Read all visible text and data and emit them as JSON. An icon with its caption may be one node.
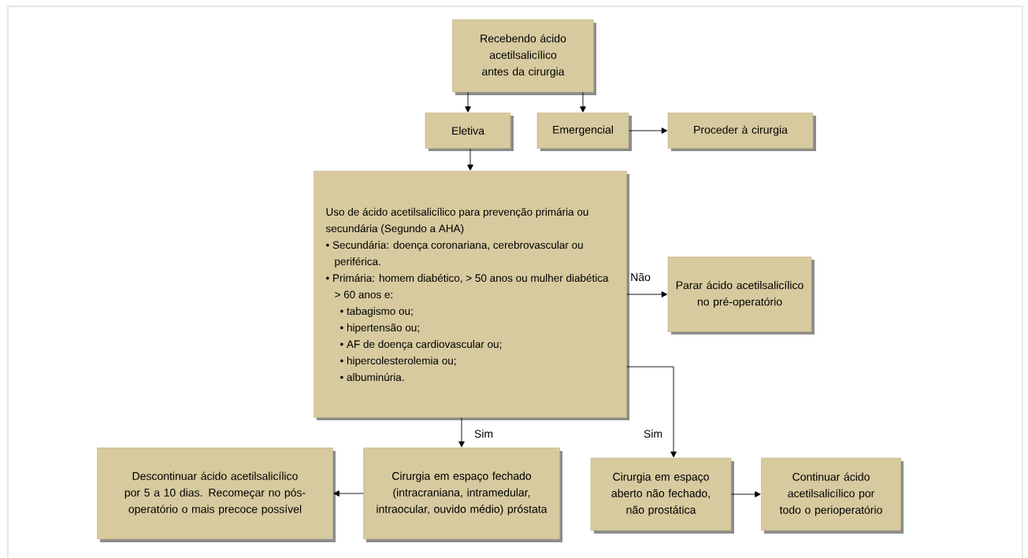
{
  "diagram": {
    "nodes": [
      {
        "text": [
          "Recebendo ácido acetilsalicílico antes da cirurgia"
        ]
      },
      {
        "text": [
          "Eletiva"
        ]
      },
      {
        "text": [
          "Emergencial"
        ]
      },
      {
        "text": [
          "Proceder à cirurgia"
        ]
      },
      {
        "text": [
          "Uso de ácido acetilsalicílico para prevenção primária ou secundária (Segundo a AHA)",
          "• Secundária: doença coronariana, cerebrovascular ou periférica.",
          "• Primária: homem diabético, > 50 anos ou mulher diabética > 60 anos e:",
          "• tabagismo ou;",
          "• hipertensão ou;",
          "• AF de doença cardiovascular ou;",
          "• hipercolesterolemia ou;",
          "• albuminúria."
        ]
      },
      {
        "text": [
          "Parar ácido acetilsalicílico no pré-operatório"
        ]
      },
      {
        "text": [
          "Descontinuar ácido acetilsalicílico por 5 a 10 dias. Recomeçar no pós-operatório o mais precoce possível"
        ]
      },
      {
        "text": [
          "Cirurgia em espaço fechado (intracraniana, intramedular, intraocular, ouvido médio) próstata"
        ]
      },
      {
        "text": [
          "Cirurgia em espaço aberto não fechado, não prostática"
        ]
      },
      {
        "text": [
          "Continuar ácido acetilsalicílico por todo o perioperatório"
        ]
      }
    ],
    "edges": [
      {
        "from": 0,
        "to": 1,
        "arrow": "to"
      },
      {
        "from": 0,
        "to": 2,
        "arrow": "to"
      },
      {
        "from": 2,
        "to": 3,
        "arrow": "to"
      },
      {
        "from": 1,
        "to": 4,
        "arrow": "to"
      },
      {
        "from": 4,
        "to": 5,
        "arrow": "to",
        "label": "Não"
      },
      {
        "from": 4,
        "to": 7,
        "arrow": "to",
        "label": "Sim"
      },
      {
        "from": 4,
        "to": 8,
        "arrow": "to",
        "label": "Sim"
      },
      {
        "from": 7,
        "to": 6,
        "arrow": "to"
      },
      {
        "from": 8,
        "to": 9,
        "arrow": "to"
      }
    ]
  }
}
